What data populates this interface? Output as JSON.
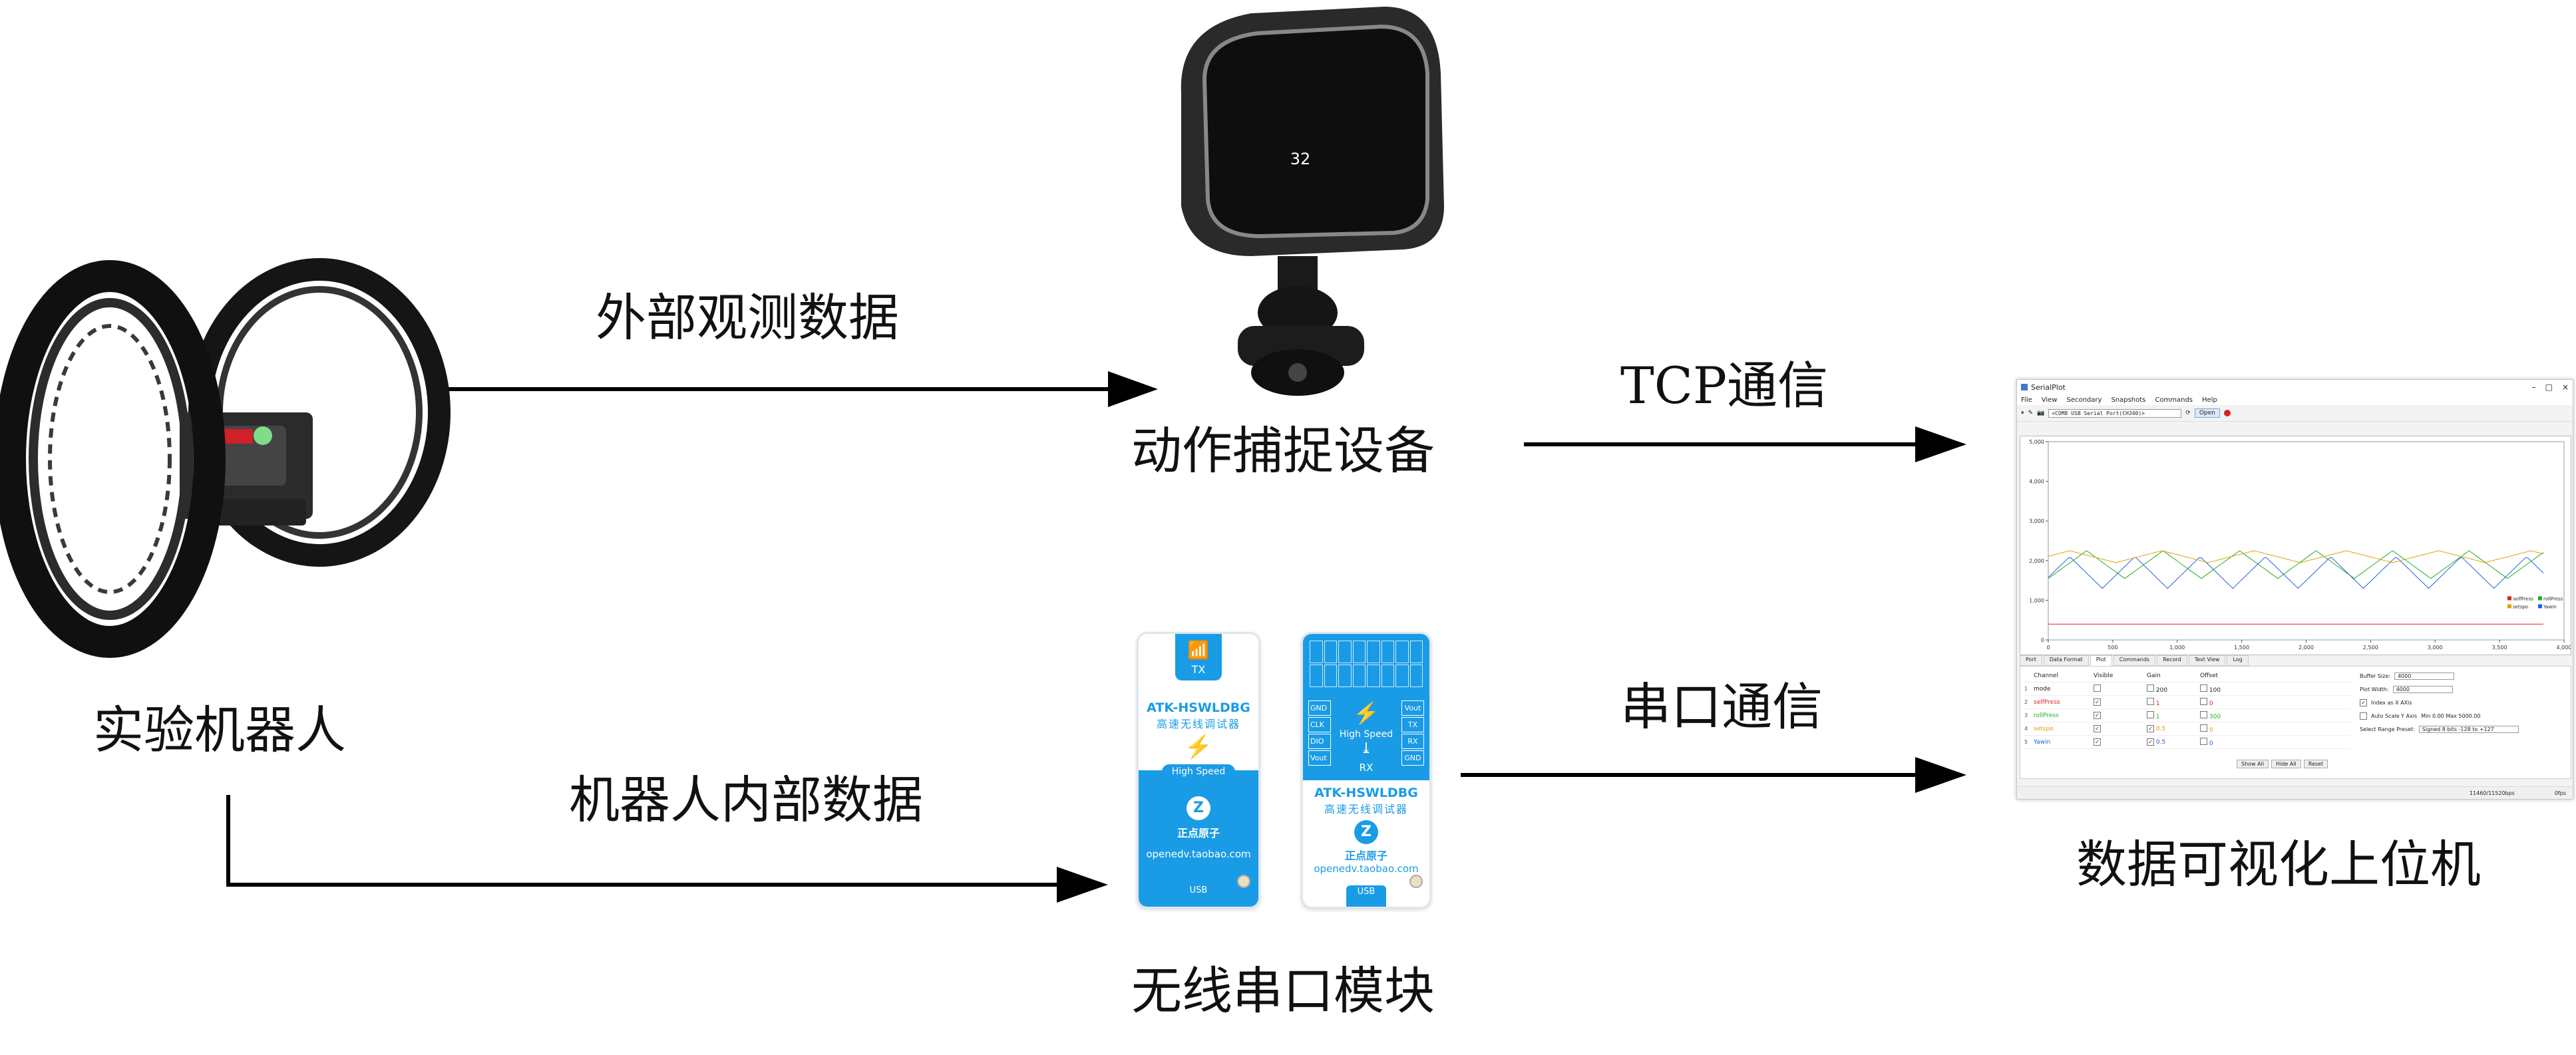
{
  "labels": {
    "robot": "实验机器人",
    "mocap": "动作捕捉设备",
    "wireless": "无线串口模块",
    "host": "数据可视化上位机",
    "external_data": "外部观测数据",
    "internal_data": "机器人内部数据",
    "tcp": "TCP通信",
    "serial": "串口通信"
  },
  "camera": {
    "badge": "32"
  },
  "wireless_module": {
    "tx_label": "TX",
    "rx_label": "RX",
    "model": "ATK-HSWLDBG",
    "subtitle": "高速无线调试器",
    "speed": "High Speed",
    "brand": "正点原子",
    "url": "openedv.taobao.com",
    "usb": "USB",
    "pins_left": [
      "GND",
      "CLK",
      "DIO",
      "Vout"
    ],
    "pins_right": [
      "Vout",
      "TX",
      "RX",
      "GND"
    ],
    "color_blue": "#1a9be6"
  },
  "serialplot": {
    "title": "SerialPlot",
    "window_controls": [
      "–",
      "□",
      "×"
    ],
    "menu": [
      "File",
      "View",
      "Secondary",
      "Snapshots",
      "Commands",
      "Help"
    ],
    "port": "<COM8 USB Serial Port(CH340)>",
    "open_button": "Open",
    "tabs": [
      "Port",
      "Data Format",
      "Plot",
      "Commands",
      "Record",
      "Text View",
      "Log"
    ],
    "active_tab": "Plot",
    "table_headers": [
      "Channel",
      "Visible",
      "Gain",
      "Offset"
    ],
    "channels": [
      {
        "idx": "1",
        "name": "mode",
        "gain": "200",
        "offset": "100",
        "color": "#222222"
      },
      {
        "idx": "2",
        "name": "selfPress",
        "gain": "1",
        "offset": "0",
        "color": "#e02020"
      },
      {
        "idx": "3",
        "name": "rollPress",
        "gain": "1",
        "offset": "300",
        "color": "#20b020"
      },
      {
        "idx": "4",
        "name": "setspo",
        "gain": "0.5",
        "offset": "0",
        "color": "#e0a000"
      },
      {
        "idx": "5",
        "name": "Yawin",
        "gain": "0.5",
        "offset": "0",
        "color": "#2060e0"
      }
    ],
    "settings": [
      {
        "label": "Buffer Size:",
        "value": "4000"
      },
      {
        "label": "Plot Width:",
        "value": "4000"
      },
      {
        "label": "Index as X AXis",
        "value": ""
      },
      {
        "label": "Auto Scale Y Axis",
        "value": "Min 0.00  Max 5000.00"
      },
      {
        "label": "Select Range Preset:",
        "value": "Signed 8 bits -128 to +127"
      }
    ],
    "buttons": [
      "Show All",
      "Hide All",
      "Reset"
    ],
    "status_rate": "11460/11520bps",
    "status_fps": "0fps",
    "legend": [
      "selfPress",
      "rollPress",
      "setspo",
      "Yawin"
    ],
    "y_ticks": [
      "5,000",
      "4,000",
      "3,000",
      "2,000",
      "1,000",
      "0"
    ],
    "x_ticks": [
      "0",
      "500",
      "1,000",
      "1,500",
      "2,000",
      "2,500",
      "3,000",
      "3,500",
      "4,000"
    ]
  },
  "colors": {
    "arrow": "#000000",
    "text": "#111111",
    "tire": "#1a1a1a",
    "camera_body": "#2a2a2a"
  }
}
